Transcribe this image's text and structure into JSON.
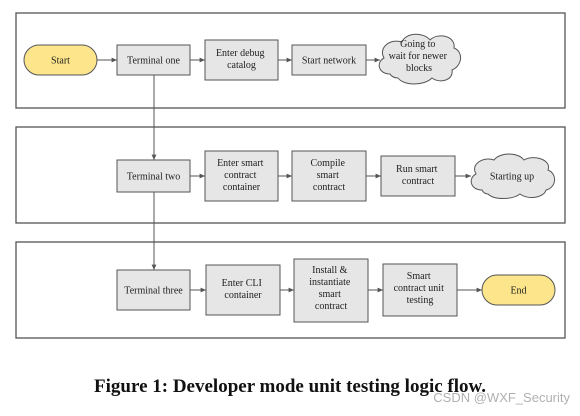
{
  "nodes": {
    "start": "Start",
    "terminal_one": "Terminal one",
    "enter_debug_catalog": [
      "Enter debug",
      "catalog"
    ],
    "start_network": "Start network",
    "waiting": [
      "Going to",
      "wait for newer",
      "blocks"
    ],
    "terminal_two": "Terminal two",
    "enter_smart_contract_container": [
      "Enter smart",
      "contract",
      "container"
    ],
    "compile_smart_contract": [
      "Compile",
      "smart",
      "contract"
    ],
    "run_smart_contract": [
      "Run smart",
      "contract"
    ],
    "starting_up": "Starting up",
    "terminal_three": "Terminal three",
    "enter_cli_container": [
      "Enter CLI",
      "container"
    ],
    "install_instantiate": [
      "Install &",
      "instantiate",
      "smart",
      "contract"
    ],
    "smart_contract_unit_testing": [
      "Smart",
      "contract unit",
      "testing"
    ],
    "end": "End"
  },
  "caption": "Figure 1: Developer mode unit testing logic flow.",
  "watermark": "CSDN @WXF_Security",
  "colors": {
    "terminal_fill": "#fce58a",
    "process_fill": "#e6e6e6",
    "stroke": "#555555"
  }
}
